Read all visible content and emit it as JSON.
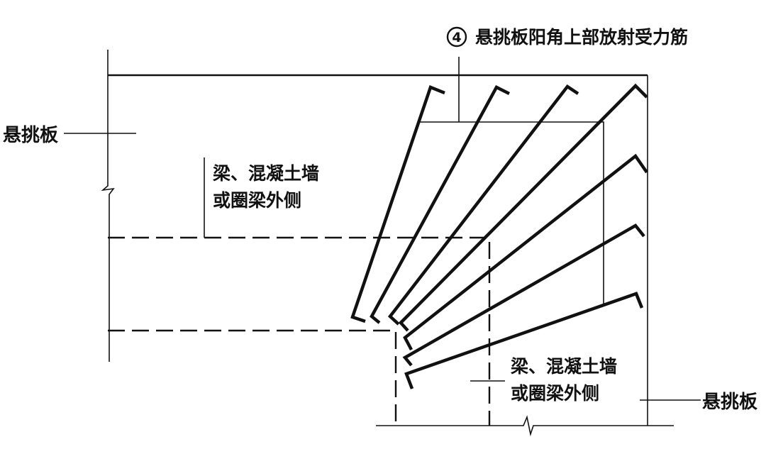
{
  "title": {
    "callout_number": "4",
    "text": "悬挑板阳角上部放射受力筋"
  },
  "labels": {
    "slab_left": "悬挑板",
    "slab_right": "悬挑板",
    "beam_left_line1": "梁、混凝土墙",
    "beam_left_line2": "或圈梁外侧",
    "beam_right_line1": "梁、混凝土墙",
    "beam_right_line2": "或圈梁外侧"
  },
  "colors": {
    "ink": "#111111",
    "background": "#ffffff"
  },
  "radial_bar_count": 7
}
